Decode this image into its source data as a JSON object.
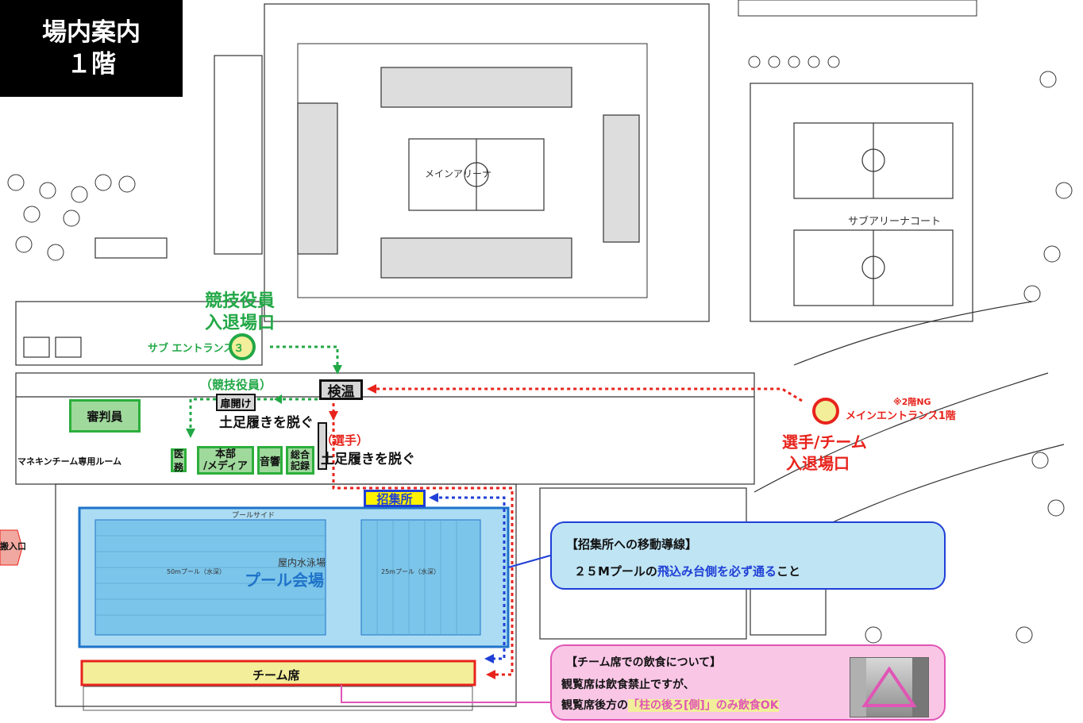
{
  "title": {
    "line1": "場内案内",
    "line2": "１階"
  },
  "areas": {
    "pool_venue": "プール会場",
    "indoor_pool": "屋内水泳場",
    "pool_50m": "50mプール（水深）",
    "pool_25m": "25mプール（水深）",
    "pool_side": "プールサイド",
    "main_arena": "メインアリーナ",
    "sub_arena_court": "サブアリーナコート",
    "team_seats": "チーム席",
    "assembly": "招集所",
    "temp_check": "検温"
  },
  "labels": {
    "officials_entrance_l1": "競技役員",
    "officials_entrance_l2": "入退場口",
    "sub_entrance3": "サブ エントランス３",
    "officials_tag": "（競技役員）",
    "door_open": "扉開け",
    "shoes_off_officials": "土足履きを脱ぐ",
    "athletes_tag": "（選手）",
    "shoes_off_athletes": "土足履きを脱ぐ",
    "referees": "審判員",
    "medical": "医務",
    "hq_media_l1": "本部",
    "hq_media_l2": "/メディア",
    "sound": "音響",
    "general_records_l1": "総合",
    "general_records_l2": "記録",
    "manekin_room": "マネキンチーム専用ルーム",
    "main_entrance1": "メインエントランス1階",
    "second_floor_ng": "※2階NG",
    "team_entrance_l1": "選手/チーム",
    "team_entrance_l2": "入退場口",
    "entrance_left": "搬入口"
  },
  "callout_route": {
    "title": "【招集所への移動導線】",
    "text_prefix": "２５Mプールの",
    "text_highlight": "飛込み台側を必ず通る",
    "text_suffix": "こと"
  },
  "callout_food": {
    "title": "【チーム席での飲食について】",
    "line1": "観覧席は飲食禁止ですが、",
    "line2_prefix": "観覧席後方の",
    "line2_highlight": "「柱の後ろ[側]」のみ飲食OK"
  },
  "colors": {
    "officials_route": "#22a846",
    "athletes_route": "#e8231c",
    "assembly_route": "#1f3fd6",
    "pool_fill": "#8fd0ef",
    "team_seats_fill": "#f2ee9a",
    "callout_blue": "#1f3fd6",
    "callout_pink": "#e055b5"
  }
}
